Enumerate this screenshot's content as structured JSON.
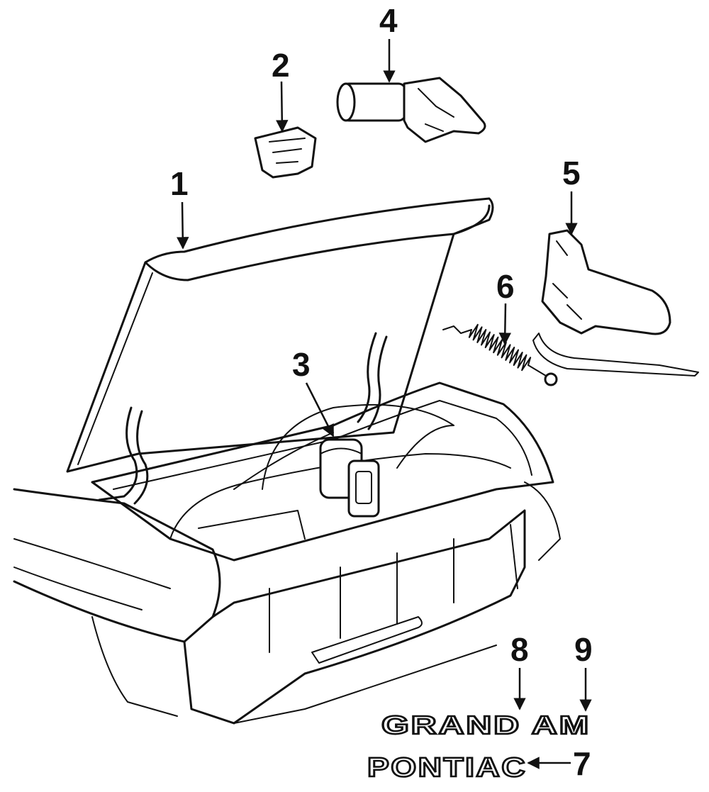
{
  "callouts": [
    {
      "id": "1",
      "label": "1"
    },
    {
      "id": "2",
      "label": "2"
    },
    {
      "id": "3",
      "label": "3"
    },
    {
      "id": "4",
      "label": "4"
    },
    {
      "id": "5",
      "label": "5"
    },
    {
      "id": "6",
      "label": "6"
    },
    {
      "id": "7",
      "label": "7"
    },
    {
      "id": "8",
      "label": "8"
    },
    {
      "id": "9",
      "label": "9"
    }
  ],
  "emblems": {
    "grand_am": "GRAND AM",
    "pontiac": "PONTIAC"
  }
}
